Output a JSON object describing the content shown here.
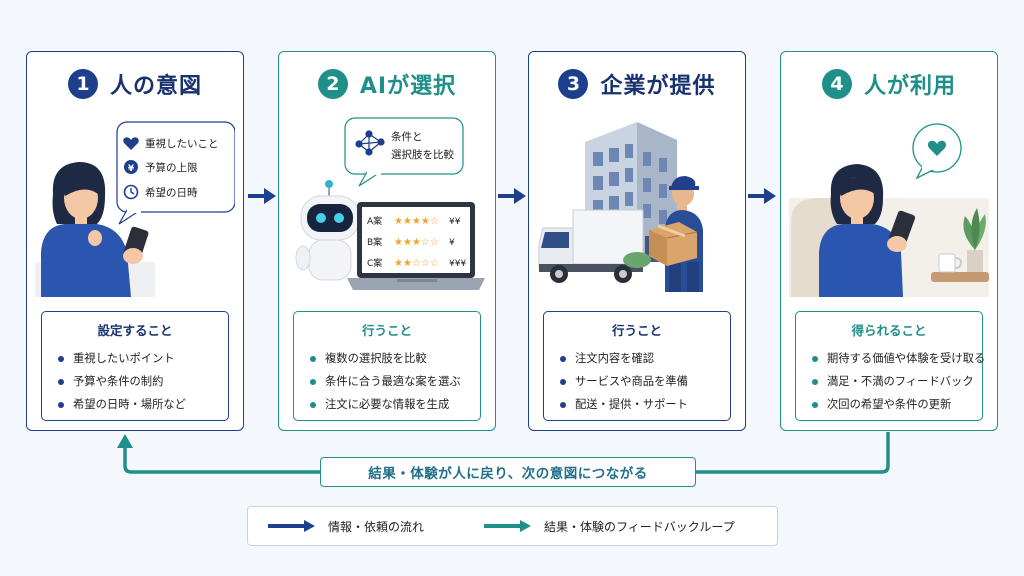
{
  "steps": [
    {
      "num": "1",
      "title": "人の意図",
      "box_title": "設定すること",
      "items": [
        "重視したいポイント",
        "予算や条件の制約",
        "希望の日時・場所など"
      ],
      "bubble": [
        "重視したいこと",
        "予算の上限",
        "希望の日時"
      ]
    },
    {
      "num": "2",
      "title": "AIが選択",
      "box_title": "行うこと",
      "items": [
        "複数の選択肢を比較",
        "条件に合う最適な案を選ぶ",
        "注文に必要な情報を生成"
      ],
      "bubble": [
        "条件と",
        "選択肢を比較"
      ],
      "laptop": [
        {
          "label": "A案",
          "price": "¥¥"
        },
        {
          "label": "B案",
          "price": "¥"
        },
        {
          "label": "C案",
          "price": "¥¥¥"
        }
      ]
    },
    {
      "num": "3",
      "title": "企業が提供",
      "box_title": "行うこと",
      "items": [
        "注文内容を確認",
        "サービスや商品を準備",
        "配送・提供・サポート"
      ]
    },
    {
      "num": "4",
      "title": "人が利用",
      "box_title": "得られること",
      "items": [
        "期待する価値や体験を受け取る",
        "満足・不満のフィードバック",
        "次回の希望や条件の更新"
      ]
    }
  ],
  "loop_label": "結果・体験が人に戻り、次の意図につながる",
  "legend": {
    "flow": "情報・依頼の流れ",
    "feedback": "結果・体験のフィードバックループ",
    "flow_color": "#1d3f8c",
    "feedback_color": "#1f8f8a"
  }
}
